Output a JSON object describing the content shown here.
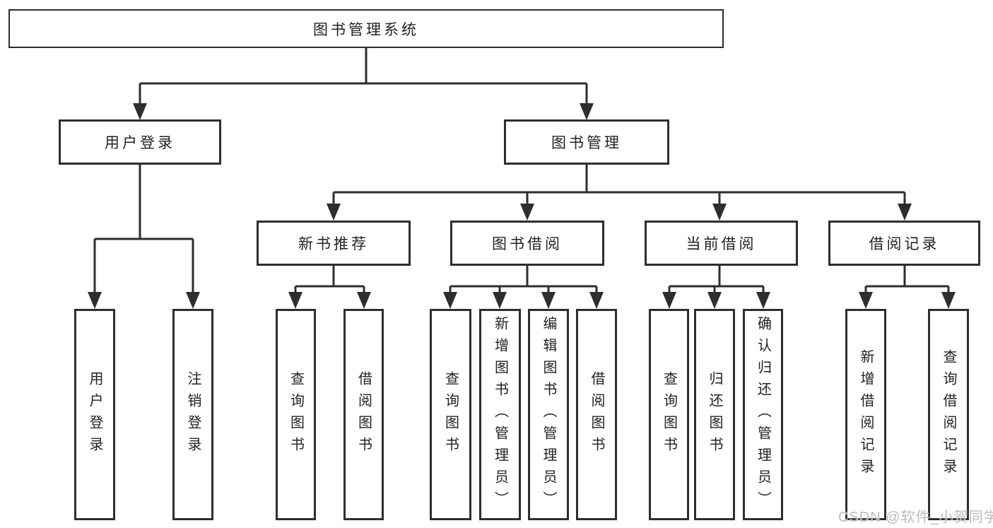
{
  "tree": {
    "label": "图书管理系统",
    "children": [
      {
        "label": "用户登录",
        "children": [
          {
            "label": "用户登录"
          },
          {
            "label": "注销登录"
          }
        ]
      },
      {
        "label": "图书管理",
        "children": [
          {
            "label": "新书推荐",
            "children": [
              {
                "label": "查询图书"
              },
              {
                "label": "借阅图书"
              }
            ]
          },
          {
            "label": "图书借阅",
            "children": [
              {
                "label": "查询图书"
              },
              {
                "label": "新增图书（管理员）"
              },
              {
                "label": "编辑图书（管理员）"
              },
              {
                "label": "借阅图书"
              }
            ]
          },
          {
            "label": "当前借阅",
            "children": [
              {
                "label": "查询图书"
              },
              {
                "label": "归还图书"
              },
              {
                "label": "确认归还（管理员）"
              }
            ]
          },
          {
            "label": "借阅记录",
            "children": [
              {
                "label": "新增借阅记录"
              },
              {
                "label": "查询借阅记录"
              }
            ]
          }
        ]
      }
    ]
  },
  "watermark": {
    "text": "CSDN @软件_小贺同学"
  },
  "colors": {
    "line": "#2e2e2e",
    "text": "#222222",
    "watermark_text": "#bcbcbc"
  }
}
